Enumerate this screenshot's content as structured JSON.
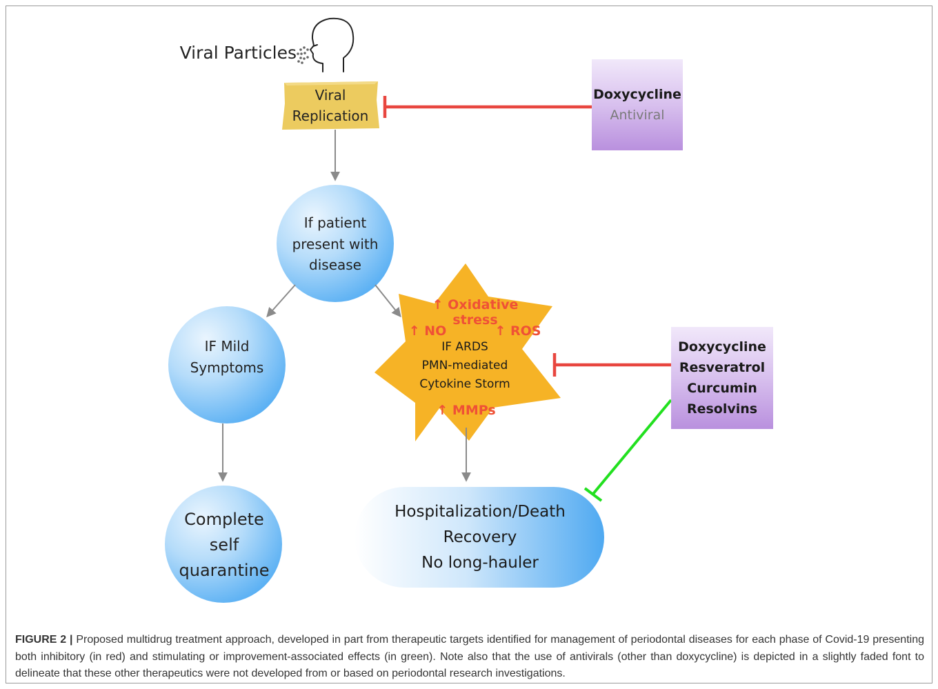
{
  "figure": {
    "viral_particles": "Viral Particles",
    "viral_replication": [
      "Viral",
      "Replication"
    ],
    "doxy_antiviral": {
      "line1": "Doxycycline",
      "line2": "Antiviral"
    },
    "patient_disease": [
      "If patient",
      "present with",
      "disease"
    ],
    "mild_symptoms": [
      "IF Mild",
      "Symptoms"
    ],
    "quarantine": [
      "Complete",
      "self",
      "quarantine"
    ],
    "ards": {
      "oxidative": "↑ Oxidative stress",
      "no": "↑ NO",
      "ros": "↑ ROS",
      "lines": [
        "IF ARDS",
        "PMN-mediated",
        "Cytokine Storm"
      ],
      "mmps": "↑ MMPs"
    },
    "drug_box": [
      "Doxycycline",
      "Resveratrol",
      "Curcumin",
      "Resolvins"
    ],
    "outcome": [
      "Hospitalization/Death",
      "Recovery",
      "No long-hauler"
    ]
  },
  "caption": {
    "label": "FIGURE 2 |",
    "text": " Proposed multidrug treatment approach, developed in part from therapeutic targets identified for management of periodontal diseases for each phase of Covid-19 presenting both inhibitory (in red) and stimulating or improvement-associated effects (in green). Note also that the use of antivirals (other than doxycycline) is depicted in a slightly faded font to delineate that these other therapeutics were not developed from or based on periodontal research investigations."
  },
  "colors": {
    "inhibitory": "#e8463f",
    "stimulating": "#22e01f",
    "sticky_note": "#eccb5f",
    "starburst": "#f6b326",
    "drug_box": "#c39fe0",
    "circle_light": "#e8f4fd",
    "circle_dark": "#56aef3",
    "arrow": "#8a8a8a",
    "emphasis_text": "#ef5136",
    "faded_text": "#7a7a7a"
  },
  "icons": [
    "head-icon",
    "particles-icon"
  ]
}
